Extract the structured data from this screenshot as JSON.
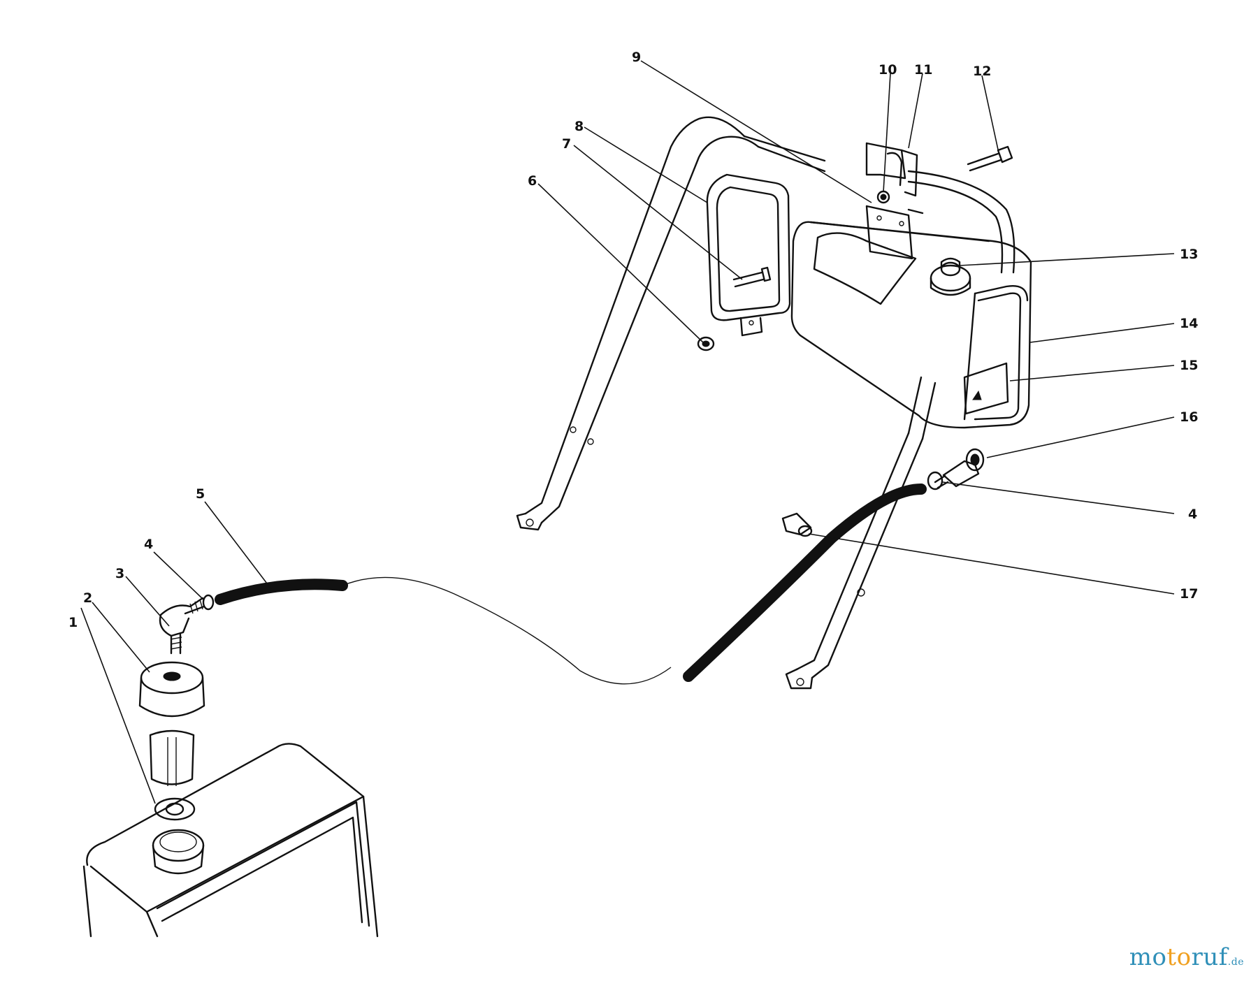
{
  "diagram": {
    "callouts": [
      {
        "id": "c1",
        "label": "1"
      },
      {
        "id": "c2",
        "label": "2"
      },
      {
        "id": "c3",
        "label": "3"
      },
      {
        "id": "c4a",
        "label": "4"
      },
      {
        "id": "c5",
        "label": "5"
      },
      {
        "id": "c6",
        "label": "6"
      },
      {
        "id": "c7",
        "label": "7"
      },
      {
        "id": "c8",
        "label": "8"
      },
      {
        "id": "c9",
        "label": "9"
      },
      {
        "id": "c10",
        "label": "10"
      },
      {
        "id": "c11",
        "label": "11"
      },
      {
        "id": "c12",
        "label": "12"
      },
      {
        "id": "c13",
        "label": "13"
      },
      {
        "id": "c14",
        "label": "14"
      },
      {
        "id": "c15",
        "label": "15"
      },
      {
        "id": "c16",
        "label": "16"
      },
      {
        "id": "c4b",
        "label": "4"
      },
      {
        "id": "c17",
        "label": "17"
      }
    ]
  },
  "watermark": {
    "part_a": "mo",
    "part_b": "to",
    "part_c": "ruf",
    "tld": ".de"
  },
  "colors": {
    "line": "#111111",
    "background": "#ffffff",
    "watermark_blue": "#2f8fb8",
    "watermark_orange": "#f0a020"
  }
}
